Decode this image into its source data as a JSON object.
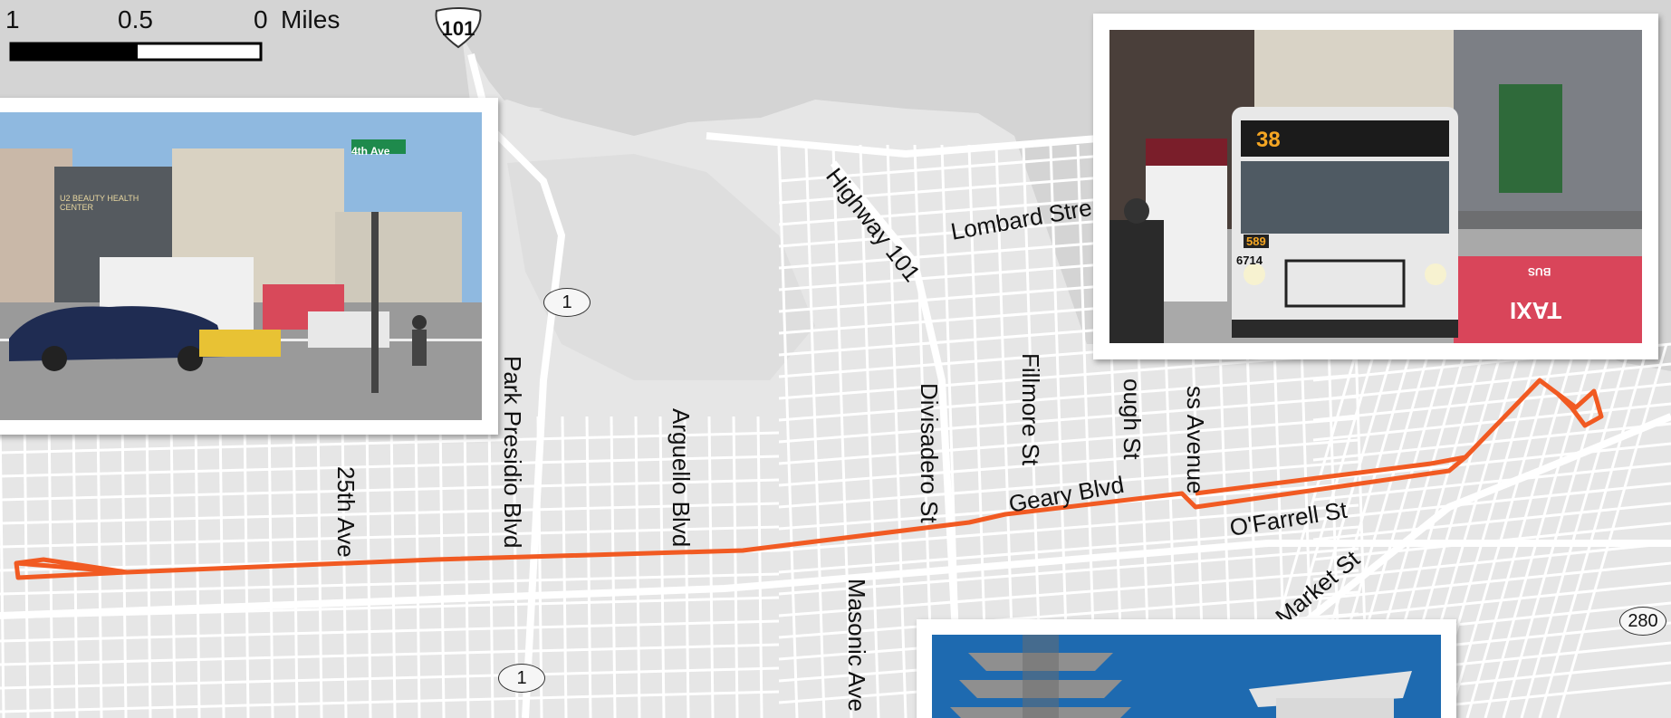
{
  "scale_bar": {
    "ticks": [
      "1",
      "0.5",
      "0"
    ],
    "unit": "Miles"
  },
  "shields": {
    "us101": "101",
    "ca1_north": "1",
    "ca1_south": "1",
    "i280": "280"
  },
  "streets": {
    "highway101": "Highway 101",
    "lombard": "Lombard Stre",
    "park_presidio": "Park Presidio Blvd",
    "arguello": "Arguello Blvd",
    "divisadero": "Divisadero St",
    "fillmore": "Fillmore St",
    "gough": "ough St",
    "van_ness": "ss Avenue",
    "geary": "Geary Blvd",
    "ofarrell": "O'Farrell St",
    "masonic": "Masonic Ave",
    "market": "Market St",
    "ave25": "25th Ave"
  },
  "photos": {
    "sign_4th_ave": "4th Ave",
    "store_sign": "U2 BEAUTY HEALTH CENTER",
    "bus_route": "38",
    "bus_number": "6714",
    "bus_sub": "589",
    "lane_marking": "TAXI",
    "lane_marking2": "BUS"
  },
  "colors": {
    "route": "#f15a22",
    "land": "#e6e6e6",
    "water": "#d3d3d3",
    "streets": "#ffffff"
  }
}
